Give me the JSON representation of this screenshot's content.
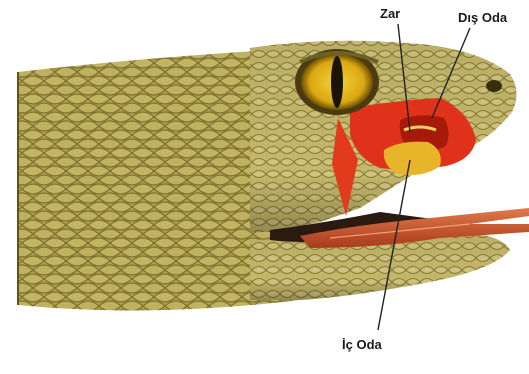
{
  "labels": {
    "membrane": "Zar",
    "outer_chamber": "Dış Oda",
    "inner_chamber": "İç Oda"
  },
  "colors": {
    "scales_base": "#b3a452",
    "scales_shadow": "#6d6225",
    "scales_light": "#d3c885",
    "eye_iris": "#e2b813",
    "pupil": "#1b1406",
    "pit_organ_red": "#e0321a",
    "pit_organ_dark": "#a61a0a",
    "inner_chamber_yellow": "#e8b52a",
    "tongue": "#c8512a",
    "mouth_dark": "#2a1a10",
    "leader_lines": "#222222"
  }
}
